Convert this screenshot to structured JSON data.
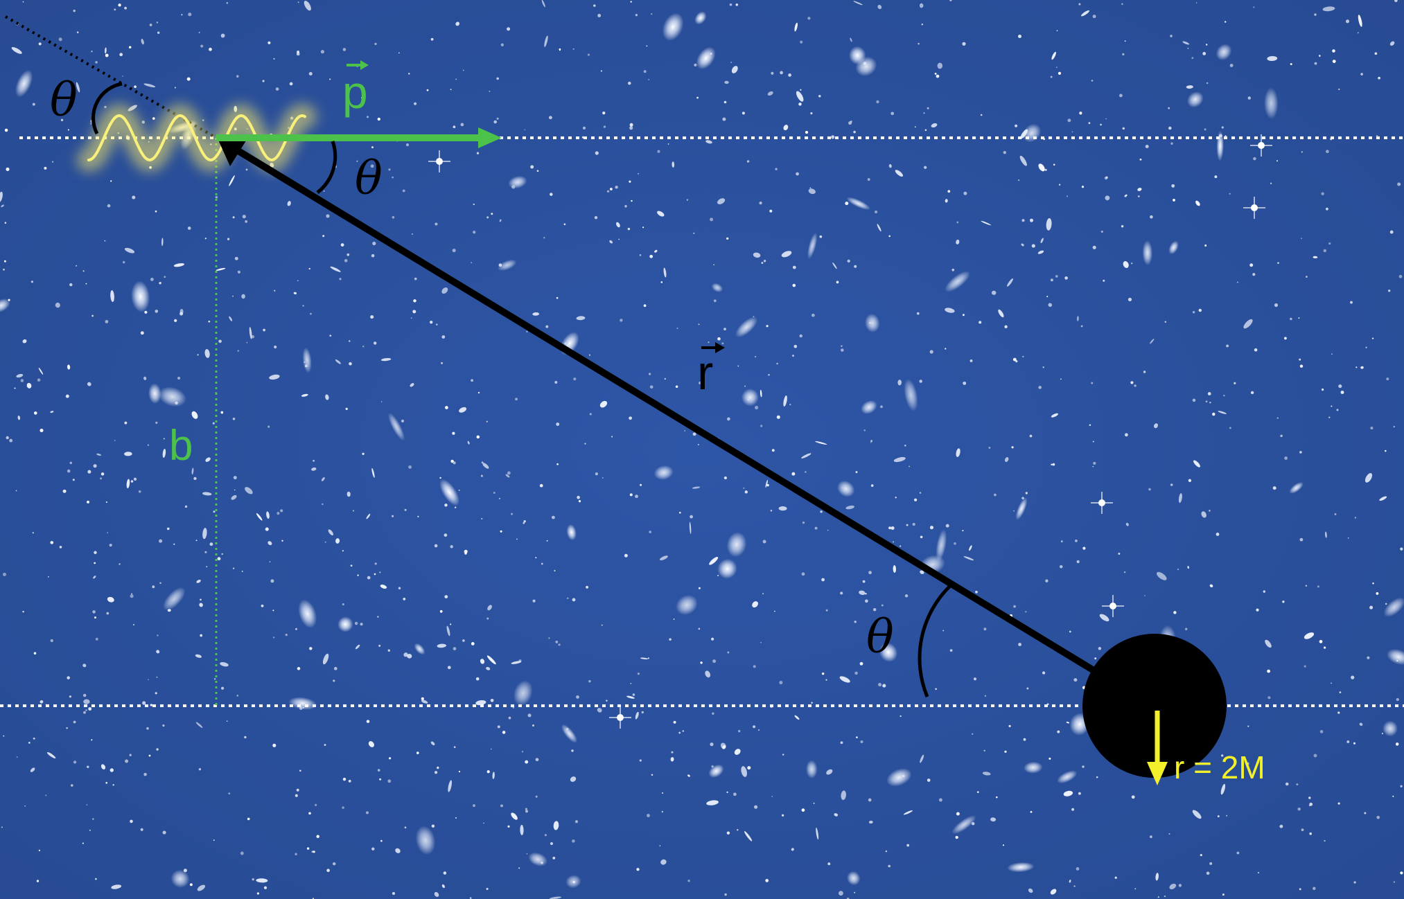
{
  "labels": {
    "theta_outer": "θ",
    "theta_inner": "θ",
    "theta_bottom": "θ",
    "momentum": "p",
    "radius_vector": "r",
    "impact_parameter": "b",
    "horizon": "r = 2M"
  },
  "colors": {
    "background": "#2a4f9c",
    "momentum": "#4cc24a",
    "impact_parameter": "#4cc24a",
    "radius_vector": "#000000",
    "black_hole": "#000000",
    "horizon_arrow": "#f2f02a",
    "photon": "#f3ec6a",
    "reference_lines": "#ffffff",
    "theta_labels": "#000000"
  },
  "icons": {
    "photon": "wavy-photon-icon",
    "black_hole": "black-hole-icon"
  }
}
